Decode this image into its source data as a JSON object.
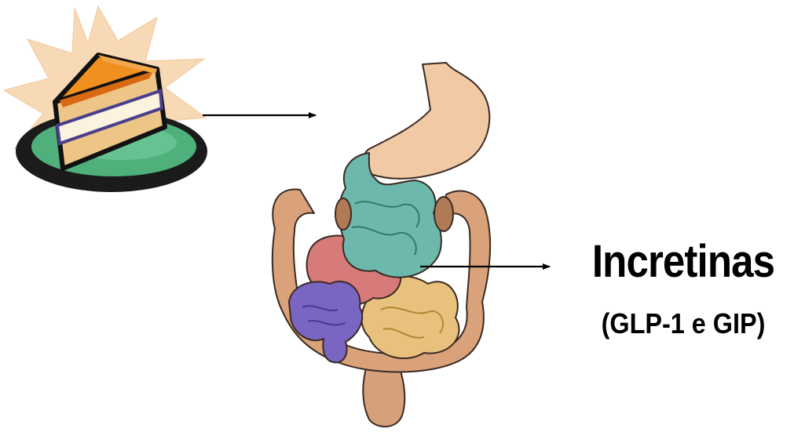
{
  "label": {
    "title": "Incretinas",
    "subtitle": "(GLP-1 e GIP)"
  },
  "icons": {
    "food": "cake-slice-icon",
    "organ": "digestive-tract-illustration"
  },
  "colors": {
    "starburst": "#f7d9b5",
    "plate_rim": "#1b1b1b",
    "plate": "#4fb07c",
    "cake_top": "#f0901e",
    "cake_sponge": "#ecc587",
    "cake_cream": "#fbf3df",
    "cake_filling": "#4a3f8c",
    "stomach": "#f2c9a5",
    "duodenum_jejunum": "#6cb8ad",
    "colon": "#d9a27a",
    "ileum": "#d77a7a",
    "small_intestine": "#e8c27c",
    "cecum": "#7a66c2",
    "rectum": "#d6a07a",
    "arrow": "#000000"
  }
}
